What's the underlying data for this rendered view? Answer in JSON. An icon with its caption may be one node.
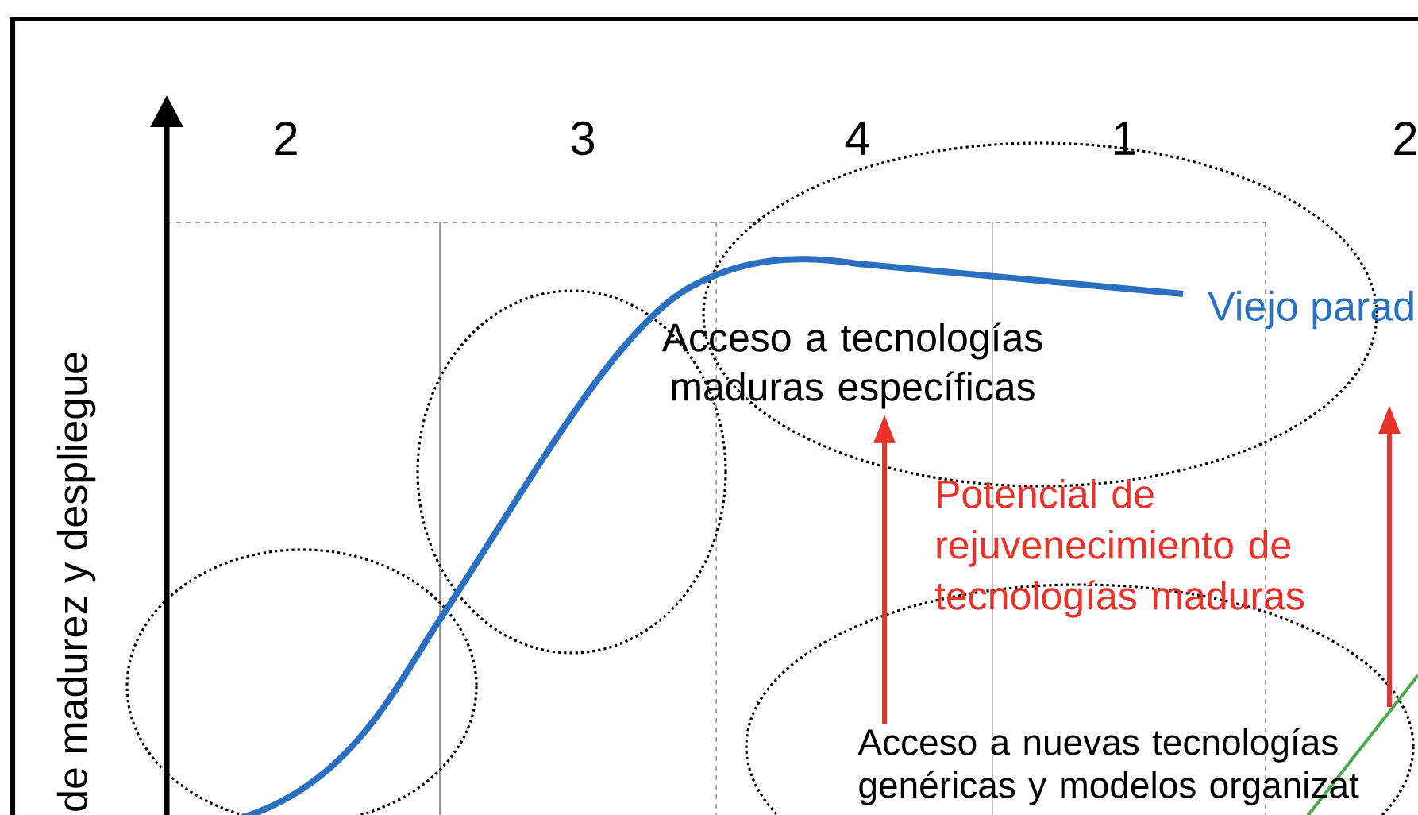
{
  "diagram": {
    "nodes": [
      {
        "text": [
          "Acceso a tecnologías maduras específicas"
        ]
      },
      {
        "text": [
          "Acceso a nuevas tecnologías genéricas y modelos organizat"
        ]
      }
    ],
    "edges": [
      {
        "from": 1,
        "to": 0,
        "arrow": "to",
        "color": "#e8322a"
      }
    ],
    "labels": [
      "2",
      "3",
      "4",
      "1",
      "2",
      "Viejo parad",
      "Potencial de rejuvenecimiento de tecnologías maduras",
      "de madurez y despliegue"
    ]
  }
}
